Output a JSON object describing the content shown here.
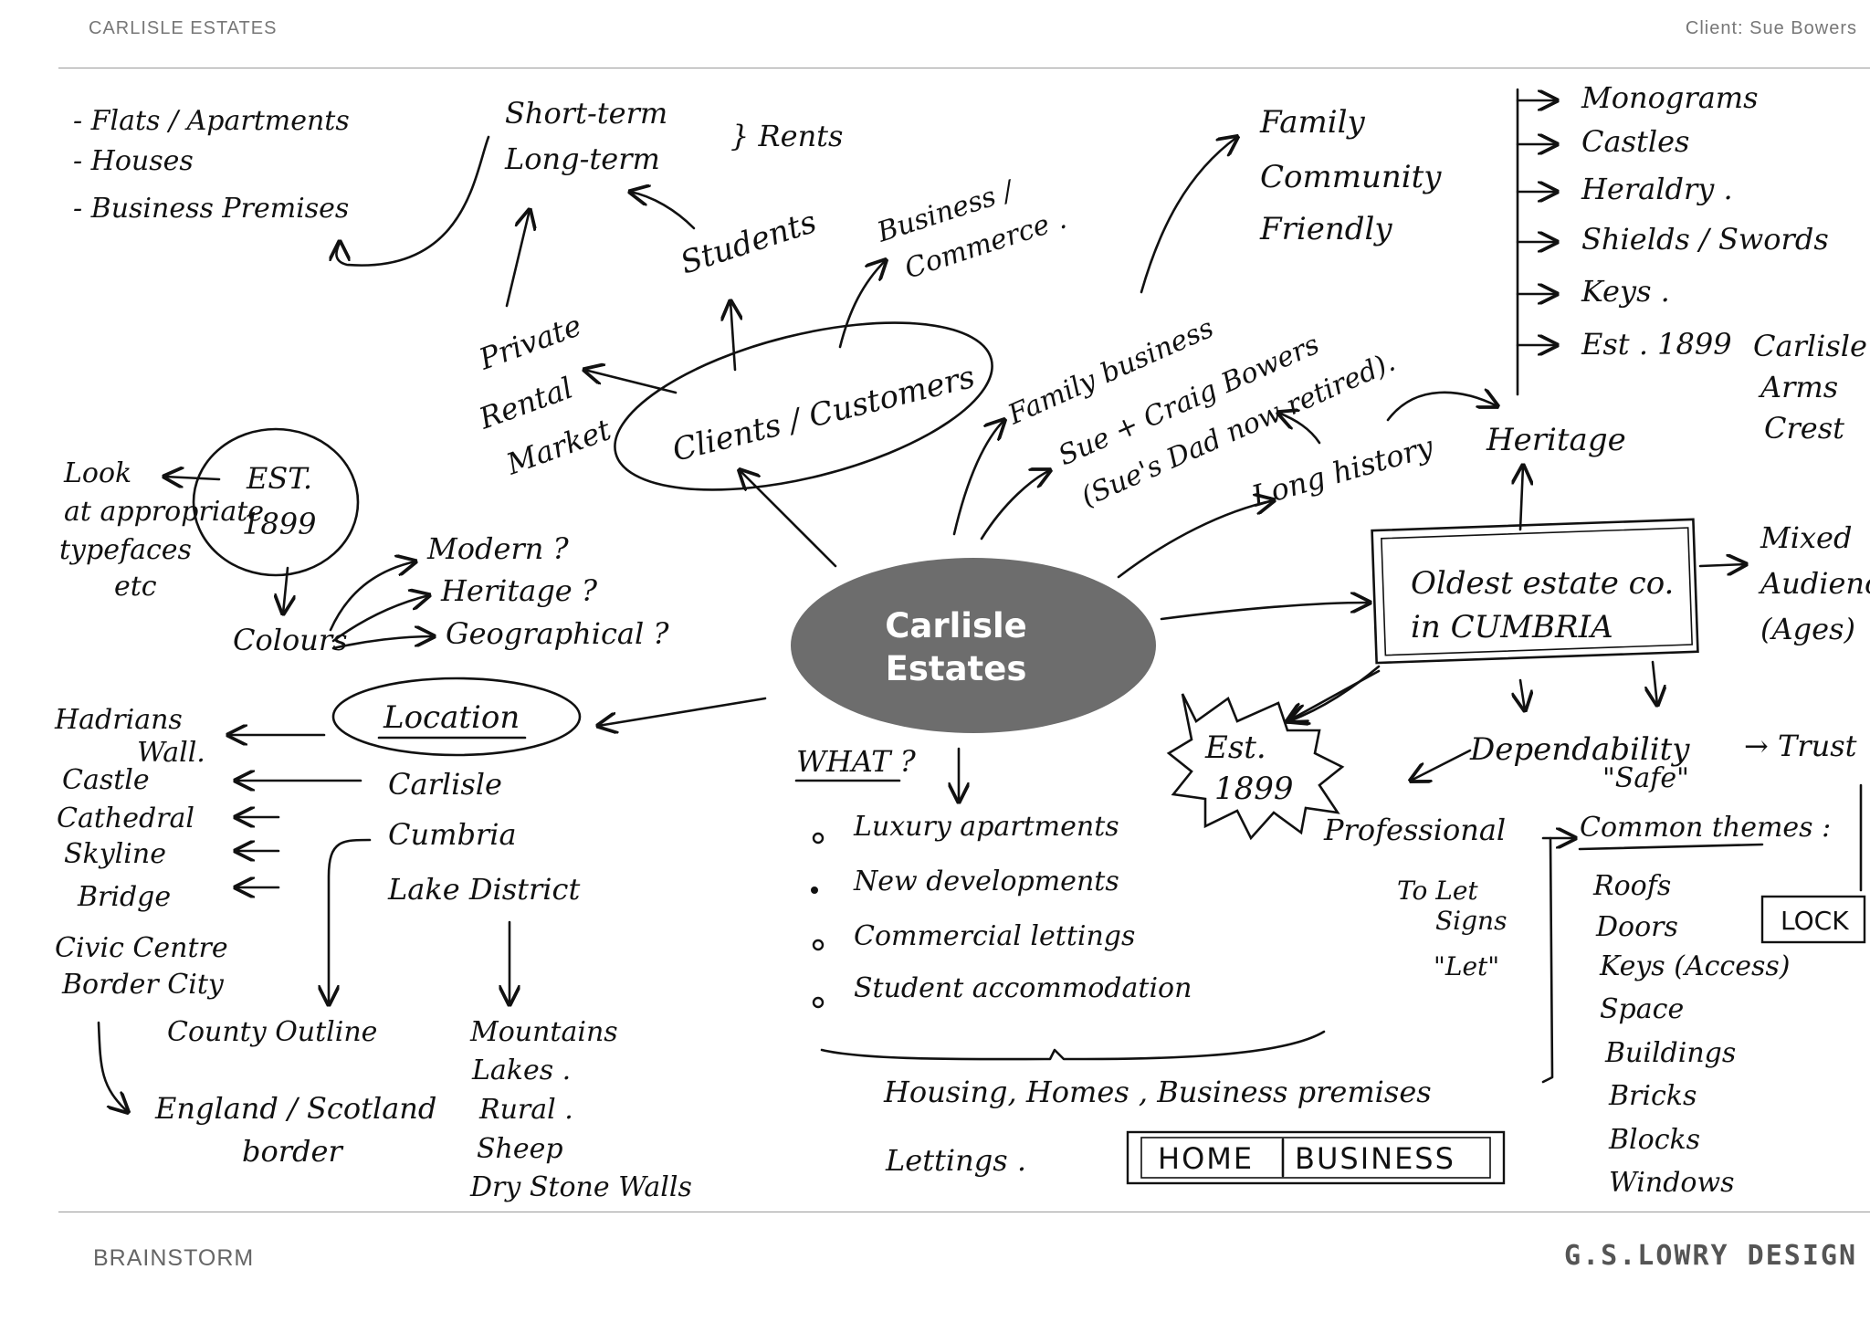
{
  "header": {
    "left": "CARLISLE ESTATES",
    "right": "Client: Sue Bowers"
  },
  "footer": {
    "left": "BRAINSTORM",
    "right": "G.S.LOWRY DESIGN"
  },
  "center": {
    "line1": "Carlisle",
    "line2": "Estates"
  },
  "property_types": [
    "- Flats / Apartments",
    "- Houses",
    "- Business Premises"
  ],
  "rents": {
    "short": "Short-term",
    "long": "Long-term",
    "label": "} Rents"
  },
  "students": "Students",
  "business_commerce": [
    "Business /",
    "Commerce ."
  ],
  "family_words": [
    "Family",
    "Community",
    "Friendly"
  ],
  "heritage_list": [
    "Monograms",
    "Castles",
    "Heraldry .",
    "Shields / Swords",
    "Keys .",
    "Est . 1899"
  ],
  "arms_crest": [
    "Carlisle",
    "Arms",
    "Crest"
  ],
  "private_rental": [
    "Private",
    "Rental",
    "Market"
  ],
  "clients": "Clients / Customers",
  "family_business": "Family business",
  "owners": [
    "Sue + Craig Bowers",
    "(Sue's Dad now retired)."
  ],
  "long_history": "Long history",
  "heritage": "Heritage",
  "look_at": [
    "Look",
    "at appropriate",
    "typefaces",
    "etc"
  ],
  "est_circle": [
    "EST.",
    "1899"
  ],
  "colour_options": [
    "Modern ?",
    "Heritage ?",
    "Geographical ?"
  ],
  "colours": "Colours",
  "oldest": [
    "Oldest estate co.",
    "in CUMBRIA"
  ],
  "mixed": [
    "Mixed",
    "Audience",
    "(Ages)"
  ],
  "location": "Location",
  "landmarks": [
    "Hadrians",
    "Wall.",
    "Castle",
    "Cathedral",
    "Skyline",
    "Bridge",
    "Civic Centre",
    "Border City"
  ],
  "places": [
    "Carlisle",
    "Cumbria",
    "Lake District"
  ],
  "est_burst": [
    "Est.",
    "1899"
  ],
  "dependability": "Dependability",
  "trust": "→ Trust",
  "safe": "\"Safe\"",
  "what": "WHAT ?",
  "what_items": [
    "Luxury apartments",
    "New developments",
    "Commercial lettings",
    "Student accommodation"
  ],
  "professional": "Professional",
  "common_themes": "Common themes :",
  "themes": [
    "Roofs",
    "Doors",
    "Keys (Access)",
    "Space",
    "Buildings",
    "Bricks",
    "Blocks",
    "Windows"
  ],
  "lock": "LOCK",
  "to_let": [
    "To Let",
    "Signs",
    "\"Let\""
  ],
  "county": "County Outline",
  "england_scotland": [
    "England / Scotland",
    "border"
  ],
  "lakes": [
    "Mountains",
    "Lakes .",
    "Rural .",
    "Sheep",
    "Dry Stone Walls"
  ],
  "housing": "Housing, Homes , Business premises",
  "lettings": "Lettings .",
  "home_business": {
    "home": "HOME",
    "business": "BUSINESS"
  }
}
